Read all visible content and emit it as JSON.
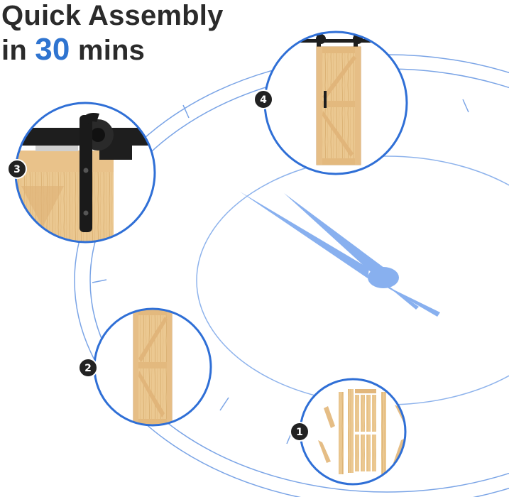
{
  "headline": {
    "line1": "Quick Assembly",
    "line2_prefix": "in ",
    "line2_number": "30",
    "line2_suffix": " mins"
  },
  "colors": {
    "accent": "#2f74d0",
    "text": "#2b2b2b",
    "ring": "#2f6fd6",
    "track": "#6e9ee4",
    "clock_hand": "#88b0ef",
    "wood": "#e9c48f",
    "hardware": "#1e1e1e",
    "badge": "#222222"
  },
  "steps": [
    {
      "number": "1",
      "icon": "disassembled-door-parts-icon"
    },
    {
      "number": "2",
      "icon": "assembled-door-icon"
    },
    {
      "number": "3",
      "icon": "rail-hanger-closeup-icon"
    },
    {
      "number": "4",
      "icon": "installed-barn-door-icon"
    }
  ]
}
